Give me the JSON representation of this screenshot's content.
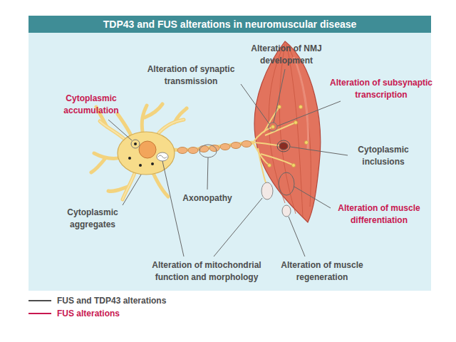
{
  "diagram": {
    "title": "TDP43 and FUS alterations in neuromuscular disease",
    "labels": [
      "Alteration of NMJ development",
      "Alteration of synaptic transmission",
      "Alteration of subsynaptic transcription",
      "Cytoplasmic accumulation",
      "Cytoplasmic inclusions",
      "Axonopathy",
      "Alteration of muscle differentiation",
      "Cytoplasmic aggregates",
      "Alteration of mitochondrial function and morphology",
      "Alteration of muscle regeneration"
    ],
    "legend": [
      {
        "text": "FUS and TDP43 alterations"
      },
      {
        "text": "FUS alterations"
      }
    ]
  }
}
